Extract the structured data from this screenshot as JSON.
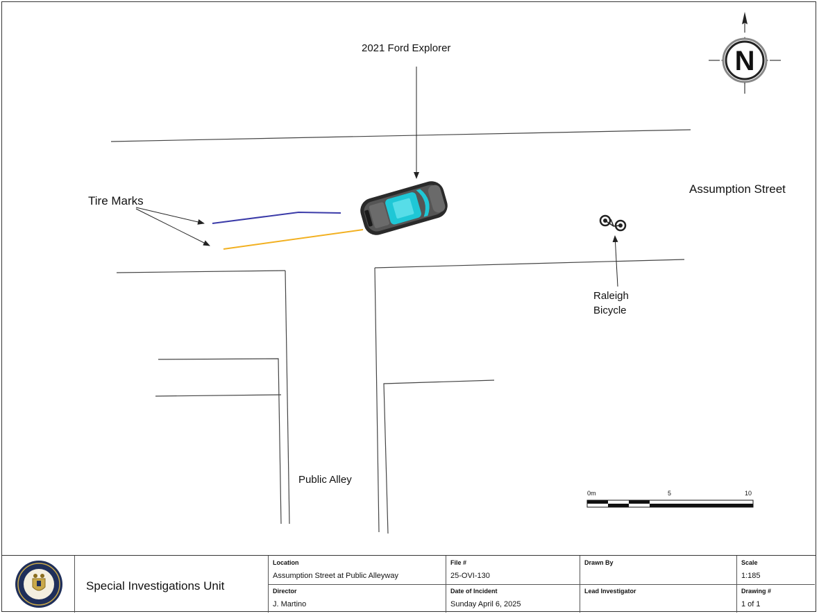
{
  "drawing": {
    "vehicle_label": "2021 Ford Explorer",
    "tire_marks_label": "Tire Marks",
    "street_label": "Assumption Street",
    "bicycle_label_line1": "Raleigh",
    "bicycle_label_line2": "Bicycle",
    "alley_label": "Public Alley",
    "compass_letter": "N",
    "scale_ticks": [
      "0m",
      "5",
      "10"
    ],
    "colors": {
      "vehicle_body": "#1fc7d6",
      "tire_mark_1": "#3a3aa8",
      "tire_mark_2": "#f2b020",
      "lines": "#444444"
    }
  },
  "title_block": {
    "org_name": "Special Investigations Unit",
    "location_header": "Location",
    "location_value": "Assumption Street at Public Alleyway",
    "file_header": "File #",
    "file_value": "25-OVI-130",
    "drawn_by_header": "Drawn By",
    "drawn_by_value": "",
    "scale_header": "Scale",
    "scale_value": "1:185",
    "director_header": "Director",
    "director_value": "J. Martino",
    "date_header": "Date of Incident",
    "date_value": "Sunday April 6, 2025",
    "lead_header": "Lead Investigator",
    "lead_value": "",
    "drawing_no_header": "Drawing #",
    "drawing_no_value": "1 of 1"
  }
}
